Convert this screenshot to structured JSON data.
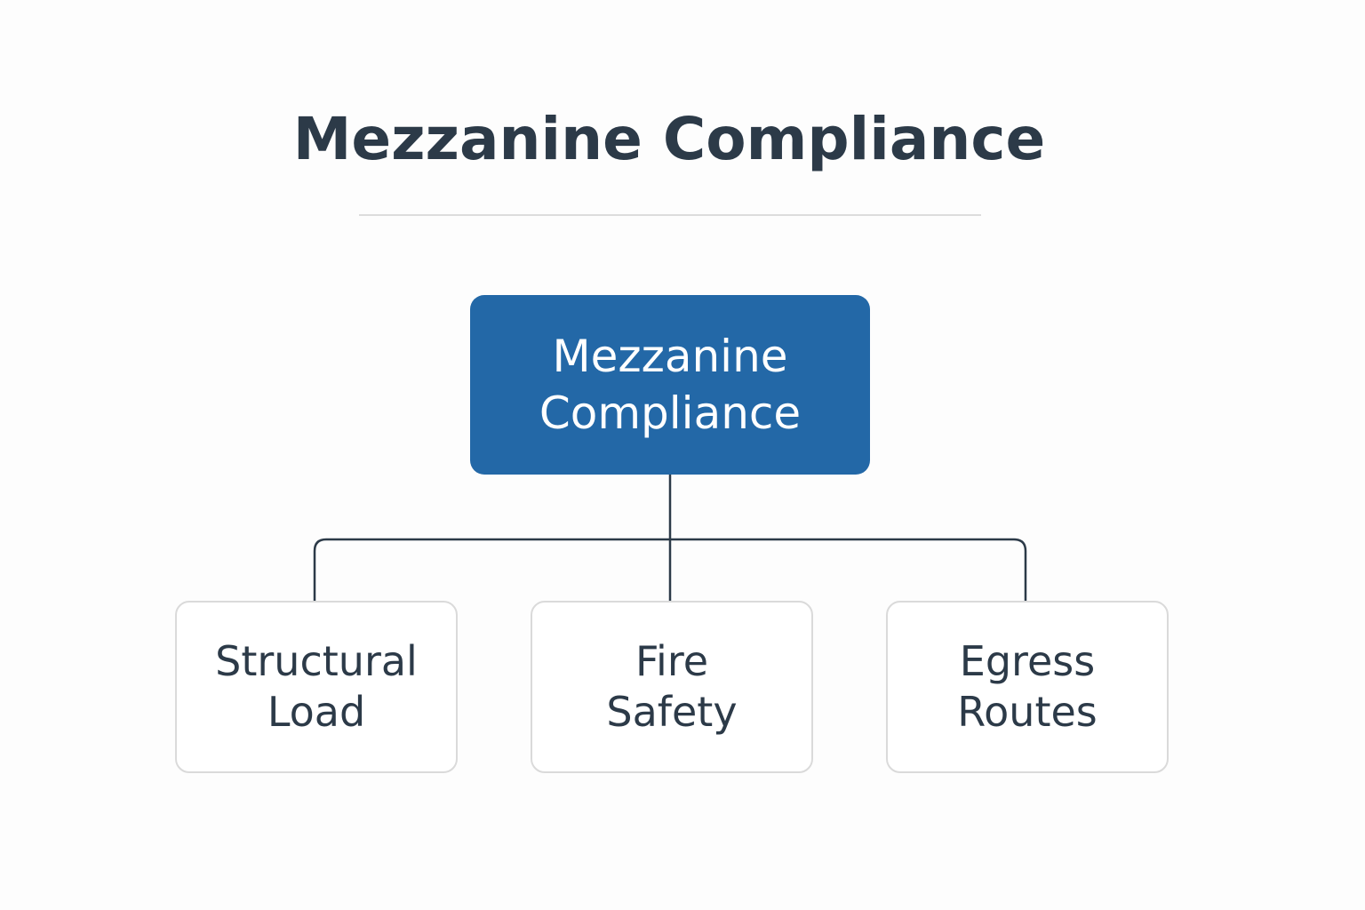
{
  "title": "Mezzanine Compliance",
  "root": {
    "line1": "Mezzanine",
    "line2": "Compliance"
  },
  "children": [
    {
      "line1": "Structural",
      "line2": "Load"
    },
    {
      "line1": "Fire",
      "line2": "Safety"
    },
    {
      "line1": "Egress",
      "line2": "Routes"
    }
  ],
  "colors": {
    "root": "#2368a7",
    "text": "#2c3a48"
  }
}
